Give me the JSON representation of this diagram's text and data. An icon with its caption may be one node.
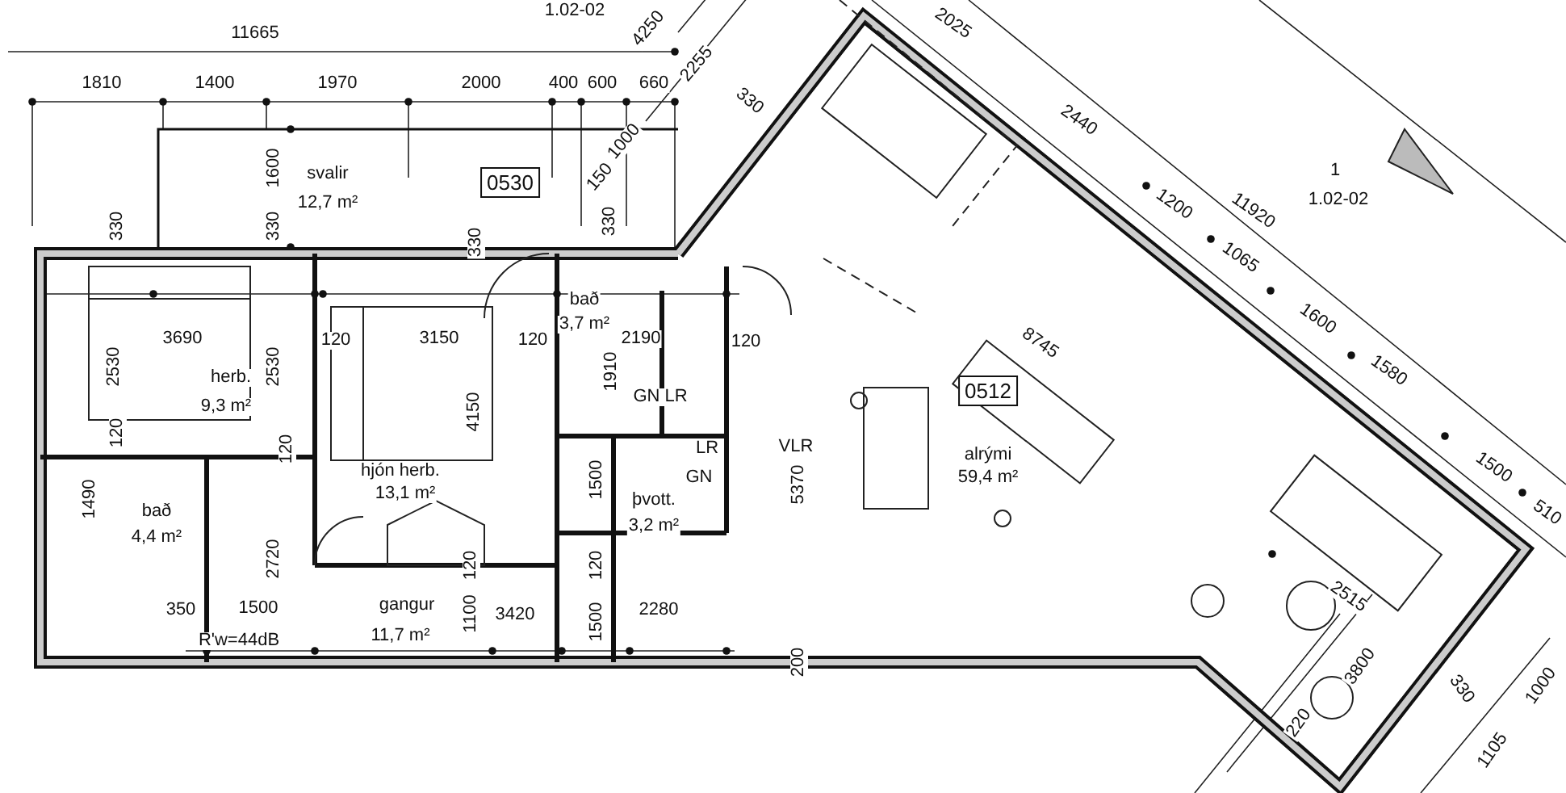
{
  "diagram": {
    "nodes": [
      {
        "text": [
          "0530"
        ]
      },
      {
        "text": [
          "0512"
        ]
      }
    ],
    "labels": [
      "1.02-02",
      "4250",
      "2025",
      "11665",
      "2255",
      "1810",
      "1400",
      "1970",
      "2000",
      "400",
      "600",
      "660",
      "330",
      "2440",
      "1000",
      "1600",
      "svalir",
      "150",
      "1",
      "12,7 m²",
      "1200",
      "11920",
      "1.02-02",
      "330",
      "330",
      "330",
      "330",
      "1065",
      "bað",
      "3,7 m²",
      "1600",
      "3690",
      "120",
      "3150",
      "120",
      "2190",
      "120",
      "8745",
      "2530",
      "herb.",
      "2530",
      "1910",
      "1580",
      "GN LR",
      "9,3 m²",
      "4150",
      "120",
      "120",
      "LR",
      "VLR",
      "alrými",
      "hjón herb.",
      "1500",
      "GN",
      "5370",
      "59,4 m²",
      "1500",
      "1490",
      "bað",
      "13,1 m²",
      "þvott.",
      "510",
      "4,4 m²",
      "3,2 m²",
      "2720",
      "120",
      "120",
      "350",
      "1500",
      "gangur",
      "1100",
      "3420",
      "1500",
      "2280",
      "2515",
      "R'w=44dB",
      "11,7 m²",
      "200",
      "3800",
      "330",
      "1000",
      "220",
      "1105"
    ]
  }
}
